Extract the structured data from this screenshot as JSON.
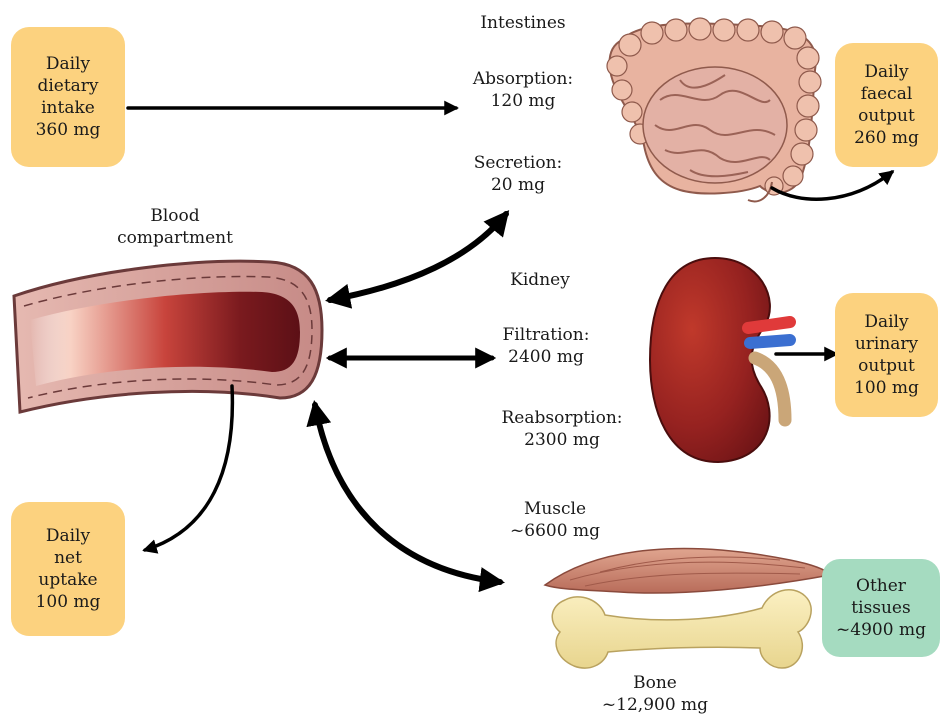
{
  "boxes": {
    "intake": {
      "lines": [
        "Daily",
        "dietary",
        "intake",
        "360 mg"
      ]
    },
    "faecal": {
      "lines": [
        "Daily",
        "faecal",
        "output",
        "260 mg"
      ]
    },
    "urinary": {
      "lines": [
        "Daily",
        "urinary",
        "output",
        "100 mg"
      ]
    },
    "uptake": {
      "lines": [
        "Daily",
        "net",
        "uptake",
        "100 mg"
      ]
    },
    "other": {
      "lines": [
        "Other",
        "tissues",
        "~4900 mg"
      ]
    }
  },
  "labels": {
    "intestines": "Intestines",
    "absorption": [
      "Absorption:",
      "120 mg"
    ],
    "secretion": [
      "Secretion:",
      "20 mg"
    ],
    "blood": [
      "Blood",
      "compartment"
    ],
    "kidney": "Kidney",
    "filtration": [
      "Filtration:",
      "2400 mg"
    ],
    "reabsorption": [
      "Reabsorption:",
      "2300 mg"
    ],
    "muscle": [
      "Muscle",
      "~6600 mg"
    ],
    "bone": [
      "Bone",
      "~12,900 mg"
    ]
  },
  "colors": {
    "input_output_box": "#fcd27f",
    "tissue_box": "#a5dbc0",
    "arrow": "#000000"
  },
  "icons": [
    "intestines-illustration",
    "blood-vessel-illustration",
    "kidney-illustration",
    "muscle-illustration",
    "bone-illustration"
  ]
}
